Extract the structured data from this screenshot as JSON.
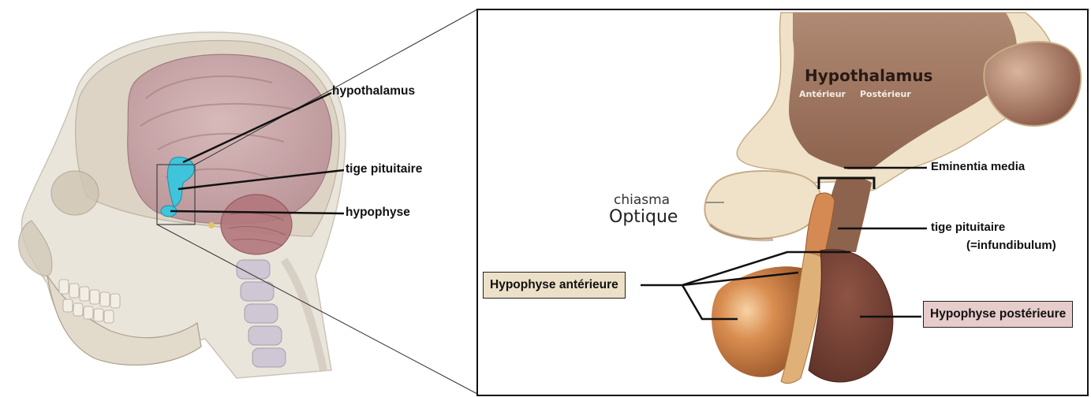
{
  "left_labels": {
    "hypothalamus": "hypothalamus",
    "tige": "tige pituitaire",
    "hypophyse": "hypophyse"
  },
  "right_labels": {
    "title": "Hypothalamus",
    "anterieur": "Antérieur",
    "posterieur": "Postérieur",
    "chiasma": "chiasma",
    "optique": "Optique",
    "eminentia": "Eminentia media",
    "tige": "tige pituitaire",
    "infundibulum": "(=infundibulum)",
    "hypo_ant": "Hypophyse antérieure",
    "hypo_post": "Hypophyse postérieure"
  },
  "colors": {
    "skull": "#ddd5c6",
    "brain": "#c8a5a8",
    "pituitary_highlight": "#3fc4dc",
    "hypothalamus_tissue": "#9a6e58",
    "cream_tissue": "#efe2c8",
    "anterior_lobe": "#c87a45",
    "posterior_lobe": "#7a4134",
    "box_anterior": "#ece1c8",
    "box_posterior": "#e6cccb"
  }
}
